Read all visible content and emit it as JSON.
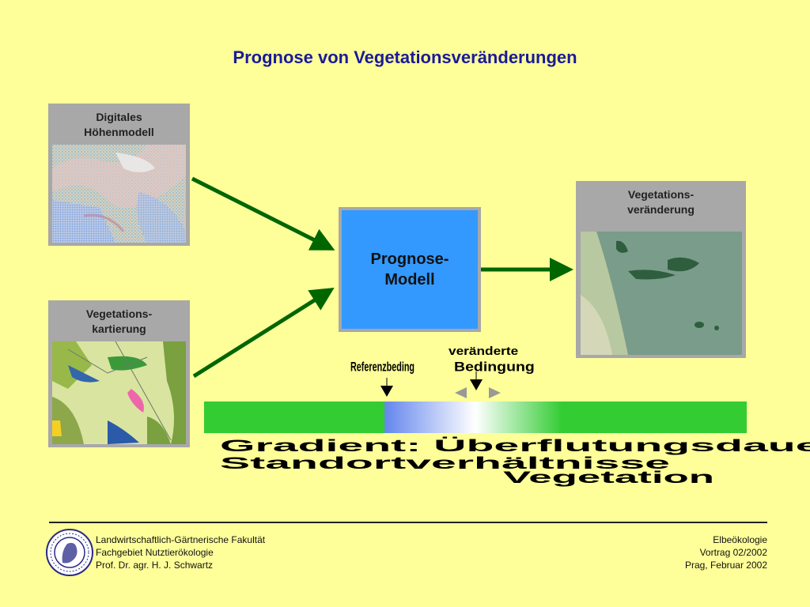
{
  "title": "Prognose von  Vegetationsveränderungen",
  "inputs": {
    "dem_label": "Digitales Höhenmodell",
    "vegmap_label": "Vegetations- kartierung"
  },
  "model": {
    "label": "Prognose-\nModell"
  },
  "output": {
    "label": "Vegetations- veränderung"
  },
  "annotations": {
    "arrow_left_label": "Referenzbeding",
    "arrow_right_label": "veränderte Bedingung",
    "arrow_right_label_top": "veränderte",
    "arrow_right_label_bottom": "Bedingung",
    "caption_line1": "Gradient: Überflutungsdauer",
    "caption_line2": "Standortverhältnisse",
    "caption_line3": "Vegetation"
  },
  "footer": {
    "left_line1": "Landwirtschaftlich-Gärtnerische Fakultät",
    "left_line2": "Fachgebiet Nutztierökologie",
    "left_line3": "Prof. Dr. agr. H. J. Schwartz",
    "right_line1": "Elbeökologie",
    "right_line2": "Vortrag 02/2002",
    "right_line3": "Prag, Februar 2002",
    "seal_text": "HUMBOLDT-UNIVERSITÄT ZU BERLIN"
  },
  "colors": {
    "background": "#ffff99",
    "title": "#1a1a99",
    "arrow": "#006600",
    "model_fill": "#3399ff",
    "panel": "#a8a8a8",
    "bar_green": "#33cc33",
    "bar_blue": "#6688ee"
  }
}
